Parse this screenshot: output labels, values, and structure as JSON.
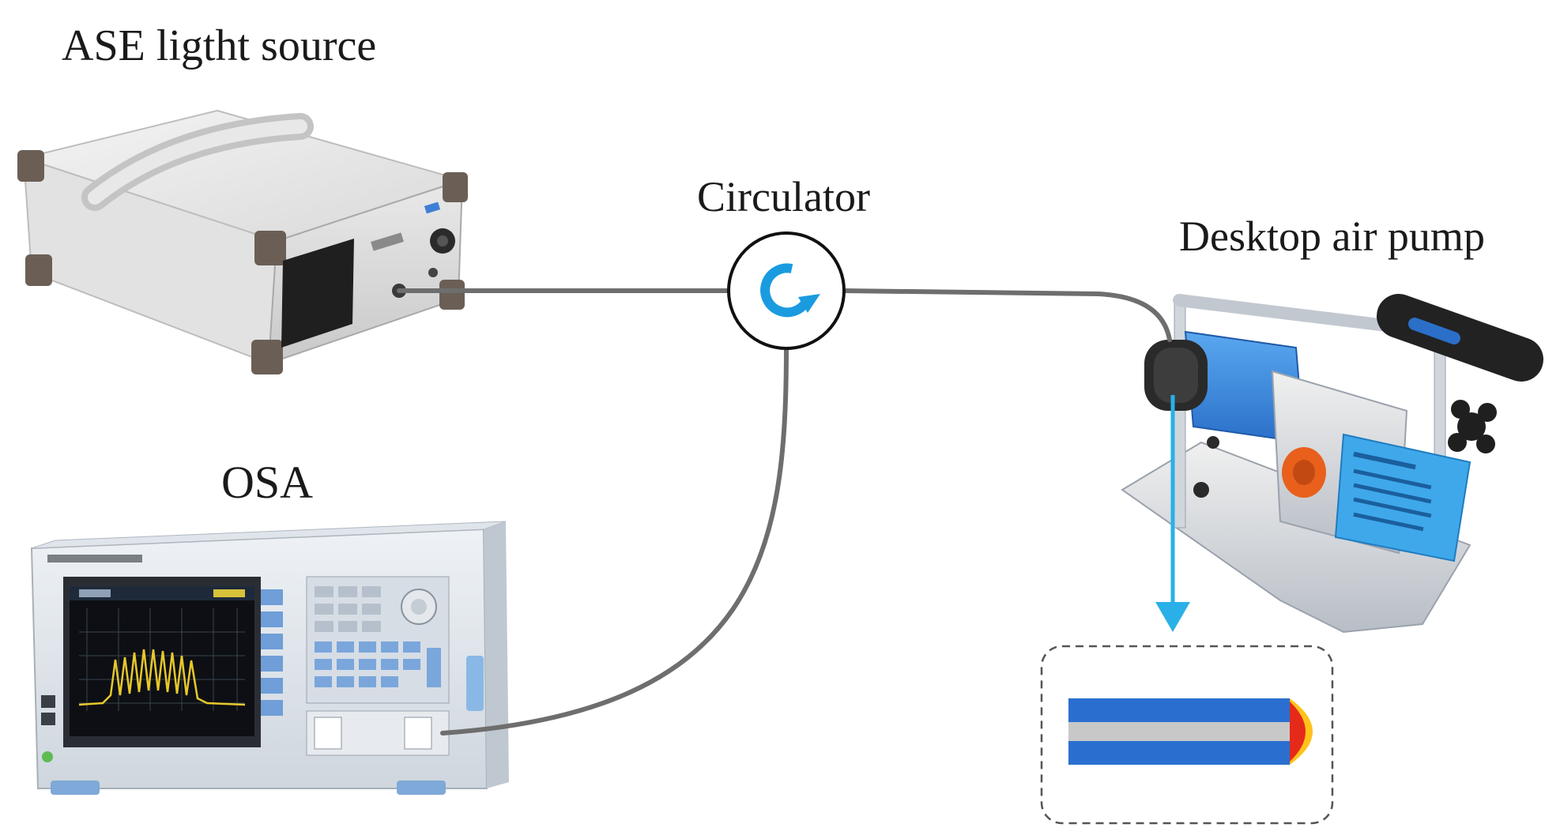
{
  "labels": {
    "ase_light_source": "ASE ligtht source",
    "circulator": "Circulator",
    "desktop_air_pump": "Desktop air pump",
    "osa": "OSA"
  },
  "colors": {
    "fiber": "#6e6e6e",
    "circulator_arrow": "#1a9be0",
    "callout_arrow": "#2ab0e8",
    "sensor_blue": "#2a6fd0",
    "sensor_core": "#c8c8c8",
    "tip_red": "#e52a1a",
    "tip_yellow": "#ffc21a",
    "pump_blue": "#3c8ee0",
    "osa_trace": "#e8c82a"
  },
  "icons": {
    "circulator": "circular-arrow-icon",
    "callout_arrow": "arrow-down-icon"
  }
}
